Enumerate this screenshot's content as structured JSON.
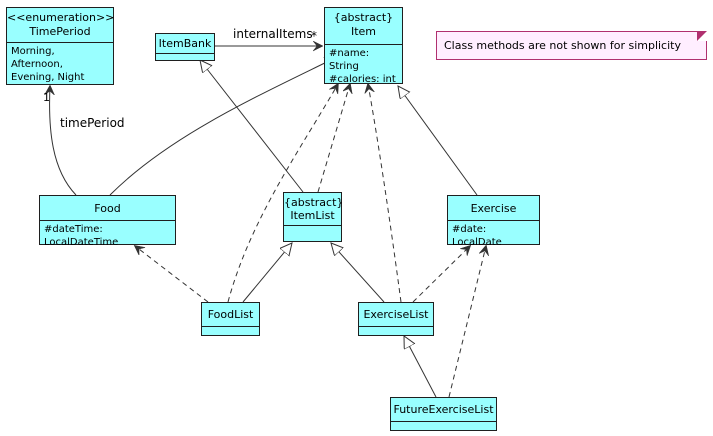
{
  "note": "Class methods are not shown for simplicity",
  "classes": {
    "timeperiod": {
      "stereotype": "<<enumeration>>",
      "name": "TimePeriod",
      "values_line1": "Morning, Afternoon,",
      "values_line2": "Evening, Night"
    },
    "itembank": {
      "name": "ItemBank"
    },
    "item": {
      "stereotype": "{abstract}",
      "name": "Item",
      "attr1": "#name: String",
      "attr2": "#calories: int"
    },
    "food": {
      "name": "Food",
      "attr1": "#dateTime: LocalDateTime"
    },
    "itemlist": {
      "stereotype": "{abstract}",
      "name": "ItemList"
    },
    "exercise": {
      "name": "Exercise",
      "attr1": "#date: LocalDate"
    },
    "foodlist": {
      "name": "FoodList"
    },
    "exerciselist": {
      "name": "ExerciseList"
    },
    "futureexerciselist": {
      "name": "FutureExerciseList"
    }
  },
  "labels": {
    "internal_items": "internalItems",
    "internal_items_mult": "*",
    "time_period_role": "timePeriod",
    "time_period_mult": "1"
  },
  "colors": {
    "class_fill": "#99FFFF",
    "note_fill": "#FFEEFF",
    "note_border": "#b0306f",
    "line": "#333333"
  }
}
